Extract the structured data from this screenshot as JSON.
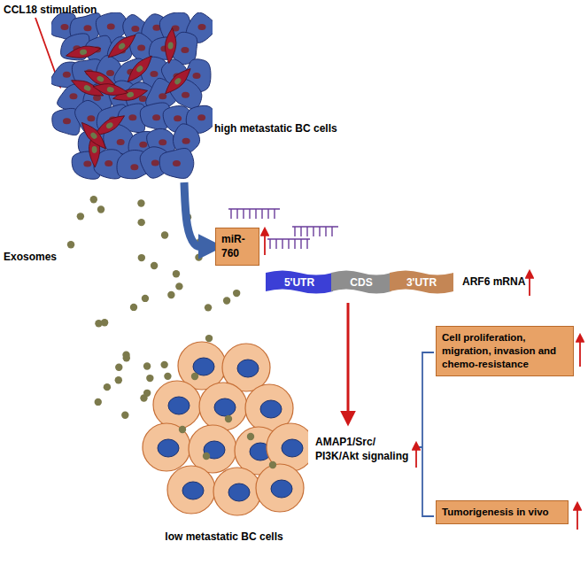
{
  "diagram": {
    "nodes": [
      {
        "text": [
          "high metastatic BC cells"
        ]
      },
      {
        "text": [
          "miR-760"
        ]
      },
      {
        "text": [
          "5'UTR"
        ]
      },
      {
        "text": [
          "CDS"
        ]
      },
      {
        "text": [
          "3'UTR"
        ]
      },
      {
        "text": [
          "low metastatic BC cells"
        ]
      },
      {
        "text": [
          "Cell proliferation, migration, invasion and chemo-resistance"
        ]
      },
      {
        "text": [
          "Tumorigenesis in vivo"
        ]
      }
    ],
    "edges": [
      {
        "from": 0,
        "to": 1,
        "arrow": "to"
      }
    ],
    "labels": [
      "CCL18 stimulation",
      "Exosomes",
      "ARF6 mRNA",
      "AMAP1/Src/ PI3K/Akt signaling"
    ]
  }
}
